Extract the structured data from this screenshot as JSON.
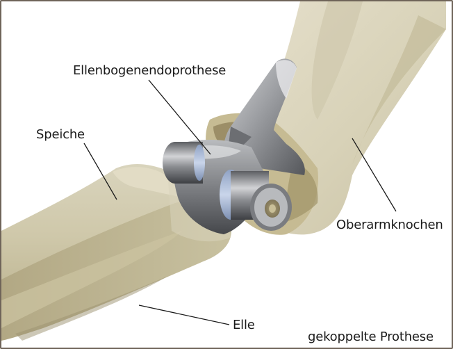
{
  "labels": {
    "prosthesis": "Ellenbogenendoprothese",
    "radius": "Speiche",
    "humerus": "Oberarmknochen",
    "ulna": "Elle",
    "caption": "gekoppelte Prothese"
  }
}
